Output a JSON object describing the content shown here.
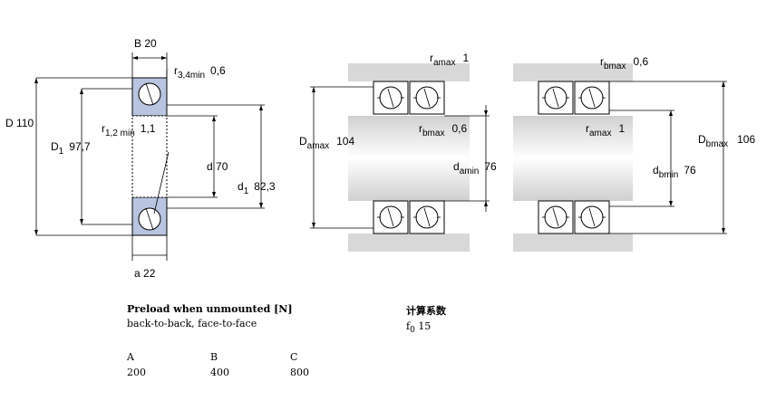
{
  "labels": {
    "B": "B",
    "B_val": "20",
    "r34": "r",
    "r34_sub": "3,4min",
    "r34_val": "0,6",
    "D": "D",
    "D_val": "110",
    "D1": "D",
    "D1_sub": "1",
    "D1_val": "97,7",
    "r12": "r",
    "r12_sub": "1,2 min",
    "r12_val": "1,1",
    "d": "d",
    "d_val": "70",
    "d1": "d",
    "d1_sub": "1",
    "d1_val": "82,3",
    "a": "a",
    "a_val": "22",
    "ra1": "r",
    "ra1_sub": "amax",
    "ra1_val": "1",
    "rb1": "r",
    "rb1_sub": "bmax",
    "rb1_val": "0,6",
    "Da": "D",
    "Da_sub": "amax",
    "Da_val": "104",
    "rb2": "r",
    "rb2_sub": "bmax",
    "rb2_val": "0,6",
    "ra2": "r",
    "ra2_sub": "amax",
    "ra2_val": "1",
    "da": "d",
    "da_sub": "amin",
    "da_val": "76",
    "Db": "D",
    "Db_sub": "bmax",
    "Db_val": "106",
    "db": "d",
    "db_sub": "bmin",
    "db_val": "76"
  },
  "preload": {
    "title": "Preload when unmounted [N]",
    "subtitle": "back-to-back, face-to-face",
    "columns": [
      {
        "head": "A",
        "value": "200"
      },
      {
        "head": "B",
        "value": "400"
      },
      {
        "head": "C",
        "value": "800"
      }
    ]
  },
  "calc": {
    "title": "计算系数",
    "f0": "f",
    "f0_sub": "0",
    "f0_val": "15"
  },
  "colors": {
    "bearing_fill": "#b8c4e0",
    "housing_fill": "#d8d8d8",
    "line": "#000000"
  }
}
